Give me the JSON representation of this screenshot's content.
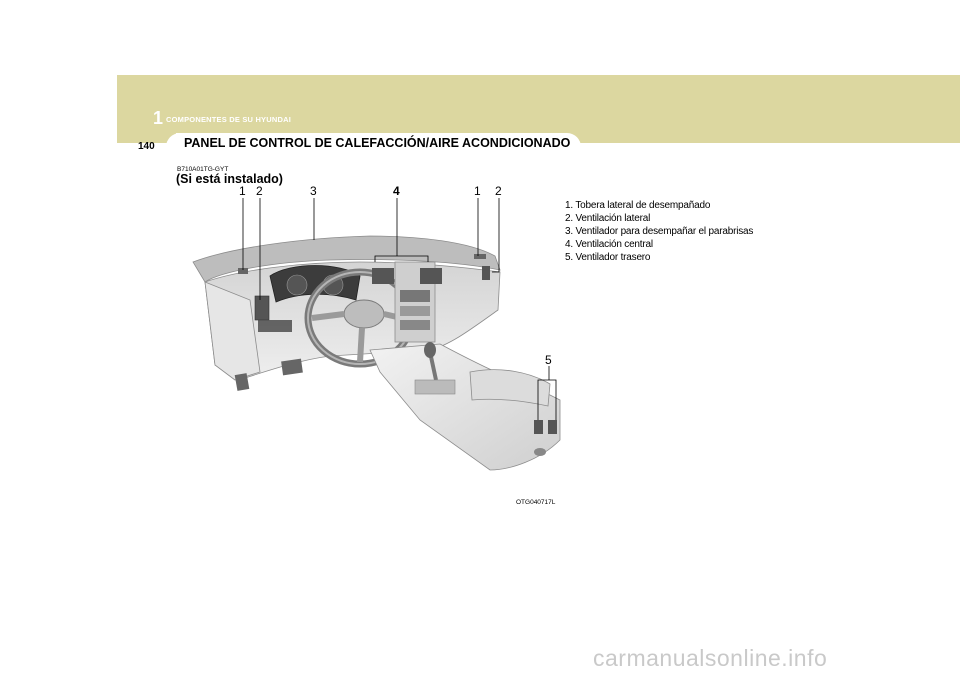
{
  "header": {
    "chapter_number": "1",
    "chapter_title": "COMPONENTES DE SU HYUNDAI",
    "page_number": "140",
    "section_title": "PANEL DE CONTROL DE CALEFACCIÓN/AIRE ACONDICIONADO"
  },
  "content": {
    "code": "B710A01TG-GYT",
    "subtitle": "(Si está instalado)",
    "image_code": "OTG040717L",
    "legend": [
      "1. Tobera lateral de desempañado",
      "2. Ventilación lateral",
      "3. Ventilador para desempañar el parabrisas",
      "4. Ventilación central",
      "5. Ventilador trasero"
    ],
    "callouts": {
      "left_1": "1",
      "left_2": "2",
      "three": "3",
      "four": "4",
      "right_1": "1",
      "right_2": "2",
      "five": "5"
    }
  },
  "footer": {
    "watermark": "carmanualsonline.info"
  },
  "colors": {
    "header_band": "#dcd7a0",
    "watermark": "#c9c9c9"
  }
}
